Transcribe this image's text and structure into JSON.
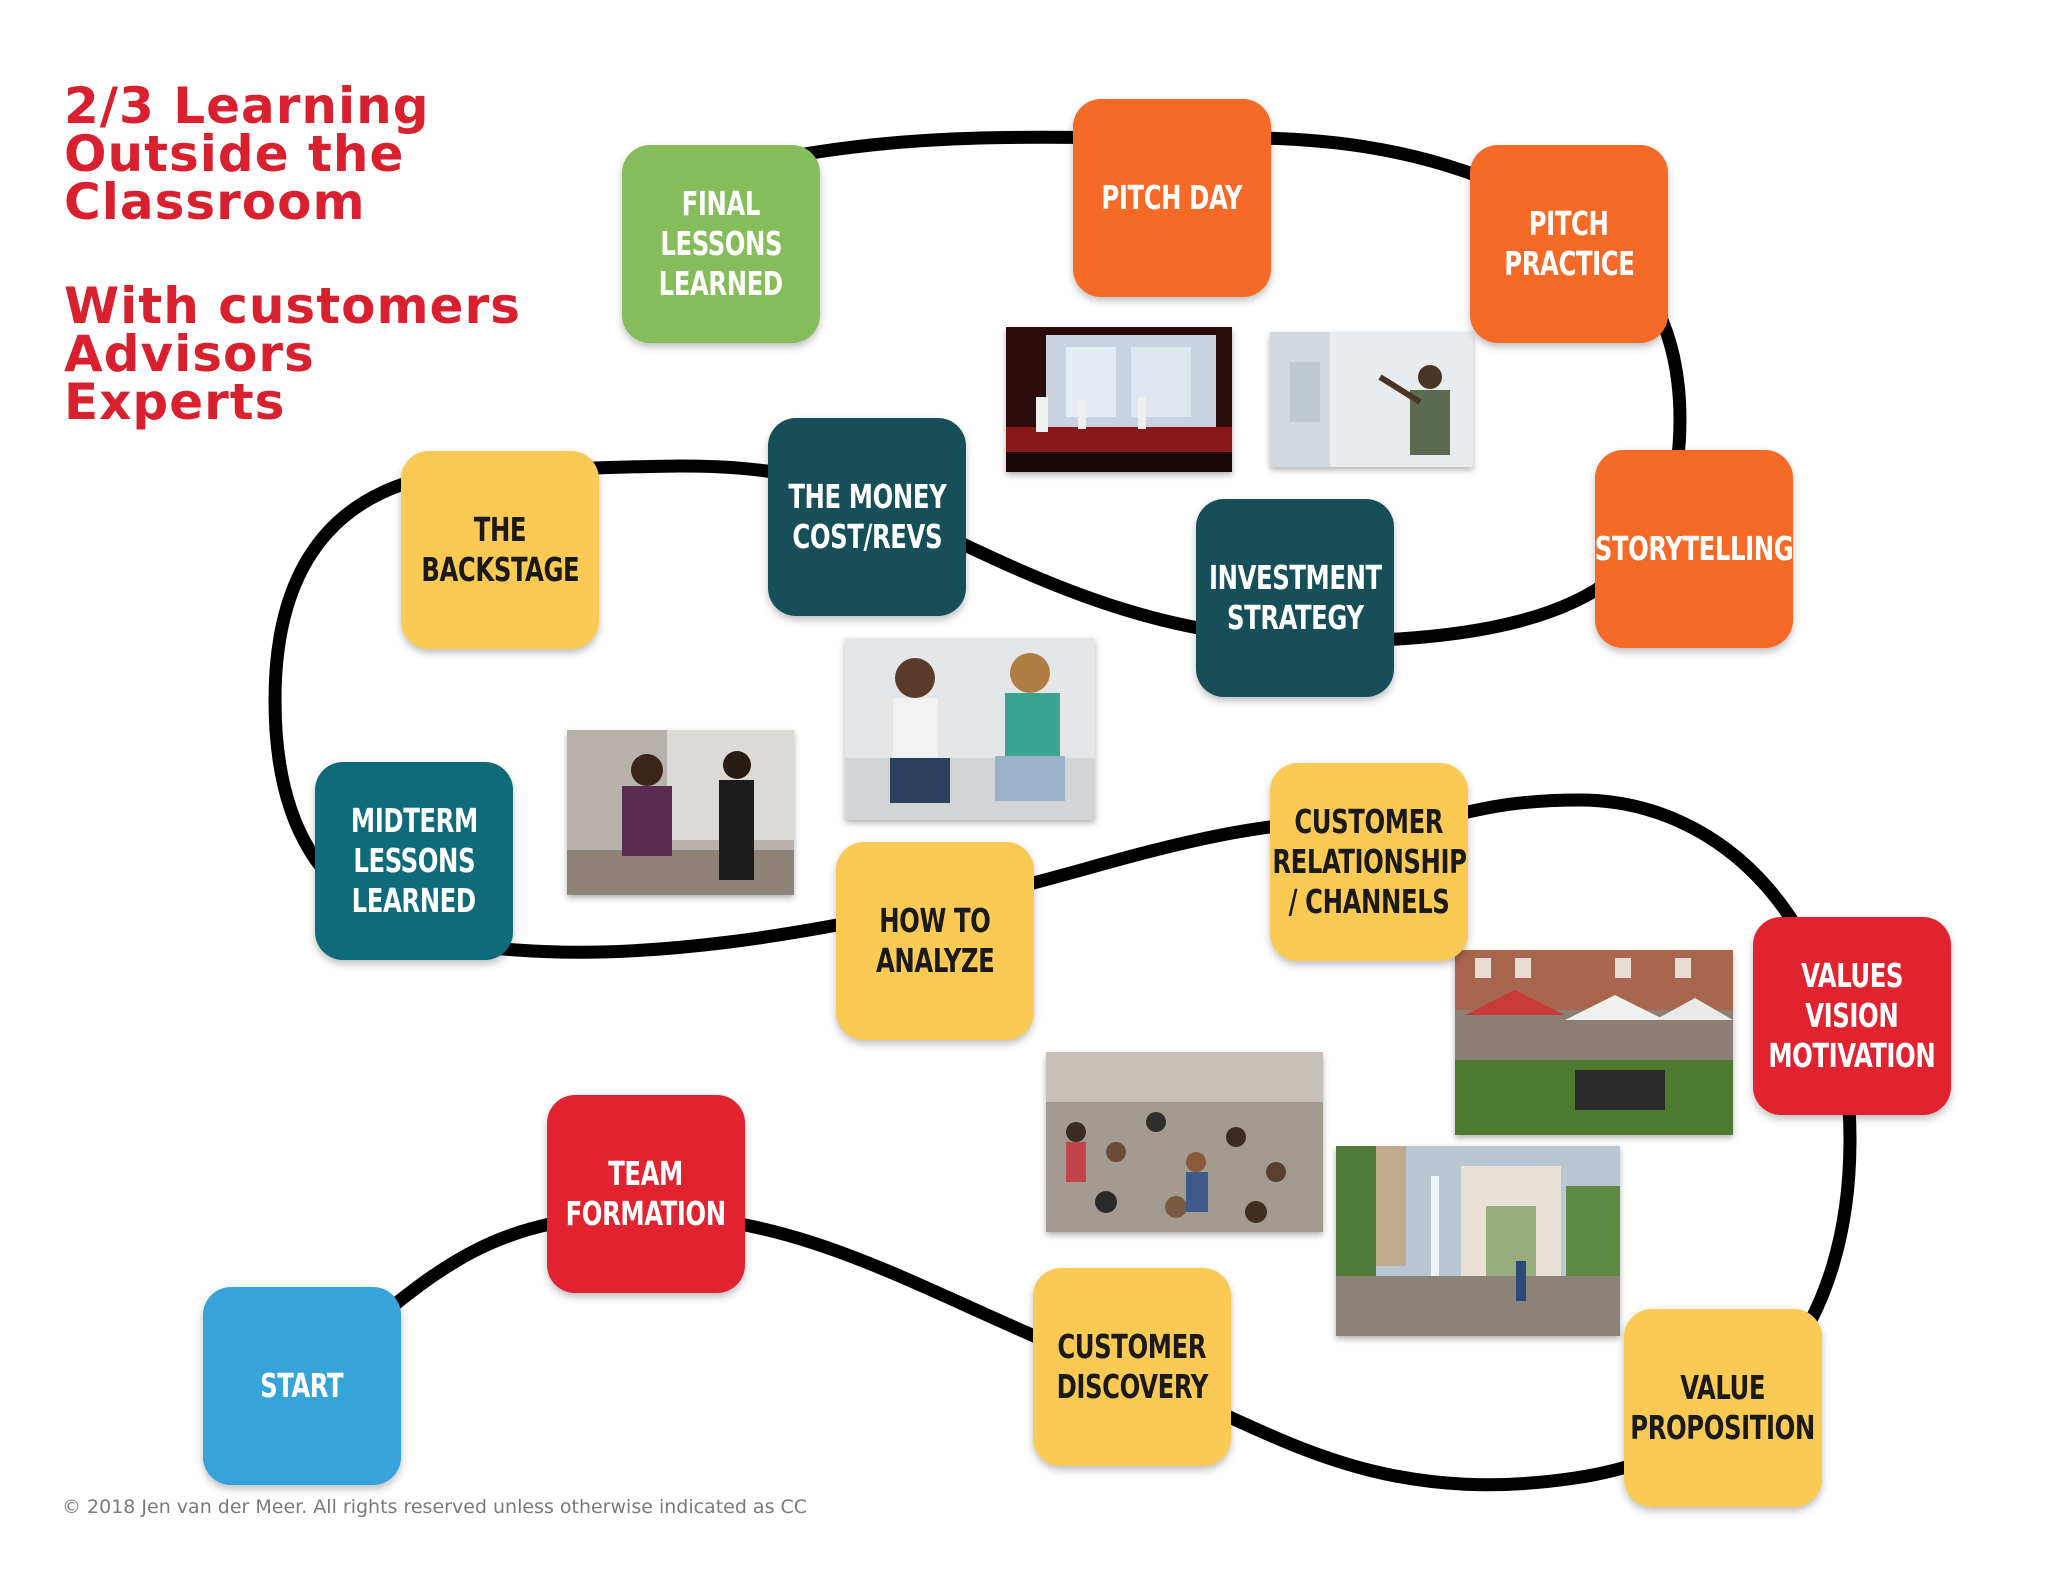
{
  "title": {
    "lines": [
      "2/3 Learning",
      "Outside the",
      "Classroom"
    ],
    "subtitle_lines": [
      "With customers",
      "Advisors",
      "Experts"
    ],
    "color": "#d8202f"
  },
  "steps": [
    {
      "id": "start",
      "lines": [
        "START"
      ],
      "color": "#36a3d9",
      "text_color": "#ffffff"
    },
    {
      "id": "team-formation",
      "lines": [
        "TEAM",
        "FORMATION"
      ],
      "color": "#e12330",
      "text_color": "#ffffff"
    },
    {
      "id": "customer-discovery",
      "lines": [
        "CUSTOMER",
        "DISCOVERY"
      ],
      "color": "#fbca54",
      "text_color": "#1a1a1a"
    },
    {
      "id": "value-proposition",
      "lines": [
        "VALUE",
        "PROPOSITION"
      ],
      "color": "#fbca54",
      "text_color": "#1a1a1a"
    },
    {
      "id": "values-vision-motivation",
      "lines": [
        "VALUES",
        "VISION",
        "MOTIVATION"
      ],
      "color": "#e12330",
      "text_color": "#ffffff"
    },
    {
      "id": "customer-relationship",
      "lines": [
        "CUSTOMER",
        "RELATIONSHIP",
        "/ CHANNELS"
      ],
      "color": "#fbca54",
      "text_color": "#1a1a1a"
    },
    {
      "id": "how-to-analyze",
      "lines": [
        "HOW TO",
        "ANALYZE"
      ],
      "color": "#fbca54",
      "text_color": "#1a1a1a"
    },
    {
      "id": "midterm-lessons",
      "lines": [
        "MIDTERM",
        "LESSONS",
        "LEARNED"
      ],
      "color": "#0f6b7a",
      "text_color": "#ffffff"
    },
    {
      "id": "the-backstage",
      "lines": [
        "THE",
        "BACKSTAGE"
      ],
      "color": "#fbca54",
      "text_color": "#1a1a1a"
    },
    {
      "id": "the-money",
      "lines": [
        "THE MONEY",
        "COST/REVS"
      ],
      "color": "#164f57",
      "text_color": "#ffffff"
    },
    {
      "id": "investment-strategy",
      "lines": [
        "INVESTMENT",
        "STRATEGY"
      ],
      "color": "#164f57",
      "text_color": "#ffffff"
    },
    {
      "id": "storytelling",
      "lines": [
        "STORYTELLING"
      ],
      "color": "#f46a26",
      "text_color": "#ffffff"
    },
    {
      "id": "pitch-practice",
      "lines": [
        "PITCH",
        "PRACTICE"
      ],
      "color": "#f46a26",
      "text_color": "#ffffff"
    },
    {
      "id": "pitch-day",
      "lines": [
        "PITCH DAY"
      ],
      "color": "#f46a26",
      "text_color": "#ffffff"
    },
    {
      "id": "final-lessons",
      "lines": [
        "FINAL",
        "LESSONS",
        "LEARNED"
      ],
      "color": "#85bd5a",
      "text_color": "#ffffff"
    }
  ],
  "photos": [
    {
      "id": "pitch-stage-photo",
      "icon": "stage-presentation-photo"
    },
    {
      "id": "whiteboard-photo",
      "icon": "whiteboard-person-photo"
    },
    {
      "id": "two-women-photo",
      "icon": "conversation-photo"
    },
    {
      "id": "office-meeting-photo",
      "icon": "meeting-photo"
    },
    {
      "id": "market-photo",
      "icon": "street-market-photo"
    },
    {
      "id": "crowd-photo",
      "icon": "crowd-photo"
    },
    {
      "id": "park-arch-photo",
      "icon": "washington-square-arch-photo"
    }
  ],
  "footer": "© 2018 Jen van der Meer. All rights reserved unless otherwise indicated as CC",
  "path_color": "#000000"
}
